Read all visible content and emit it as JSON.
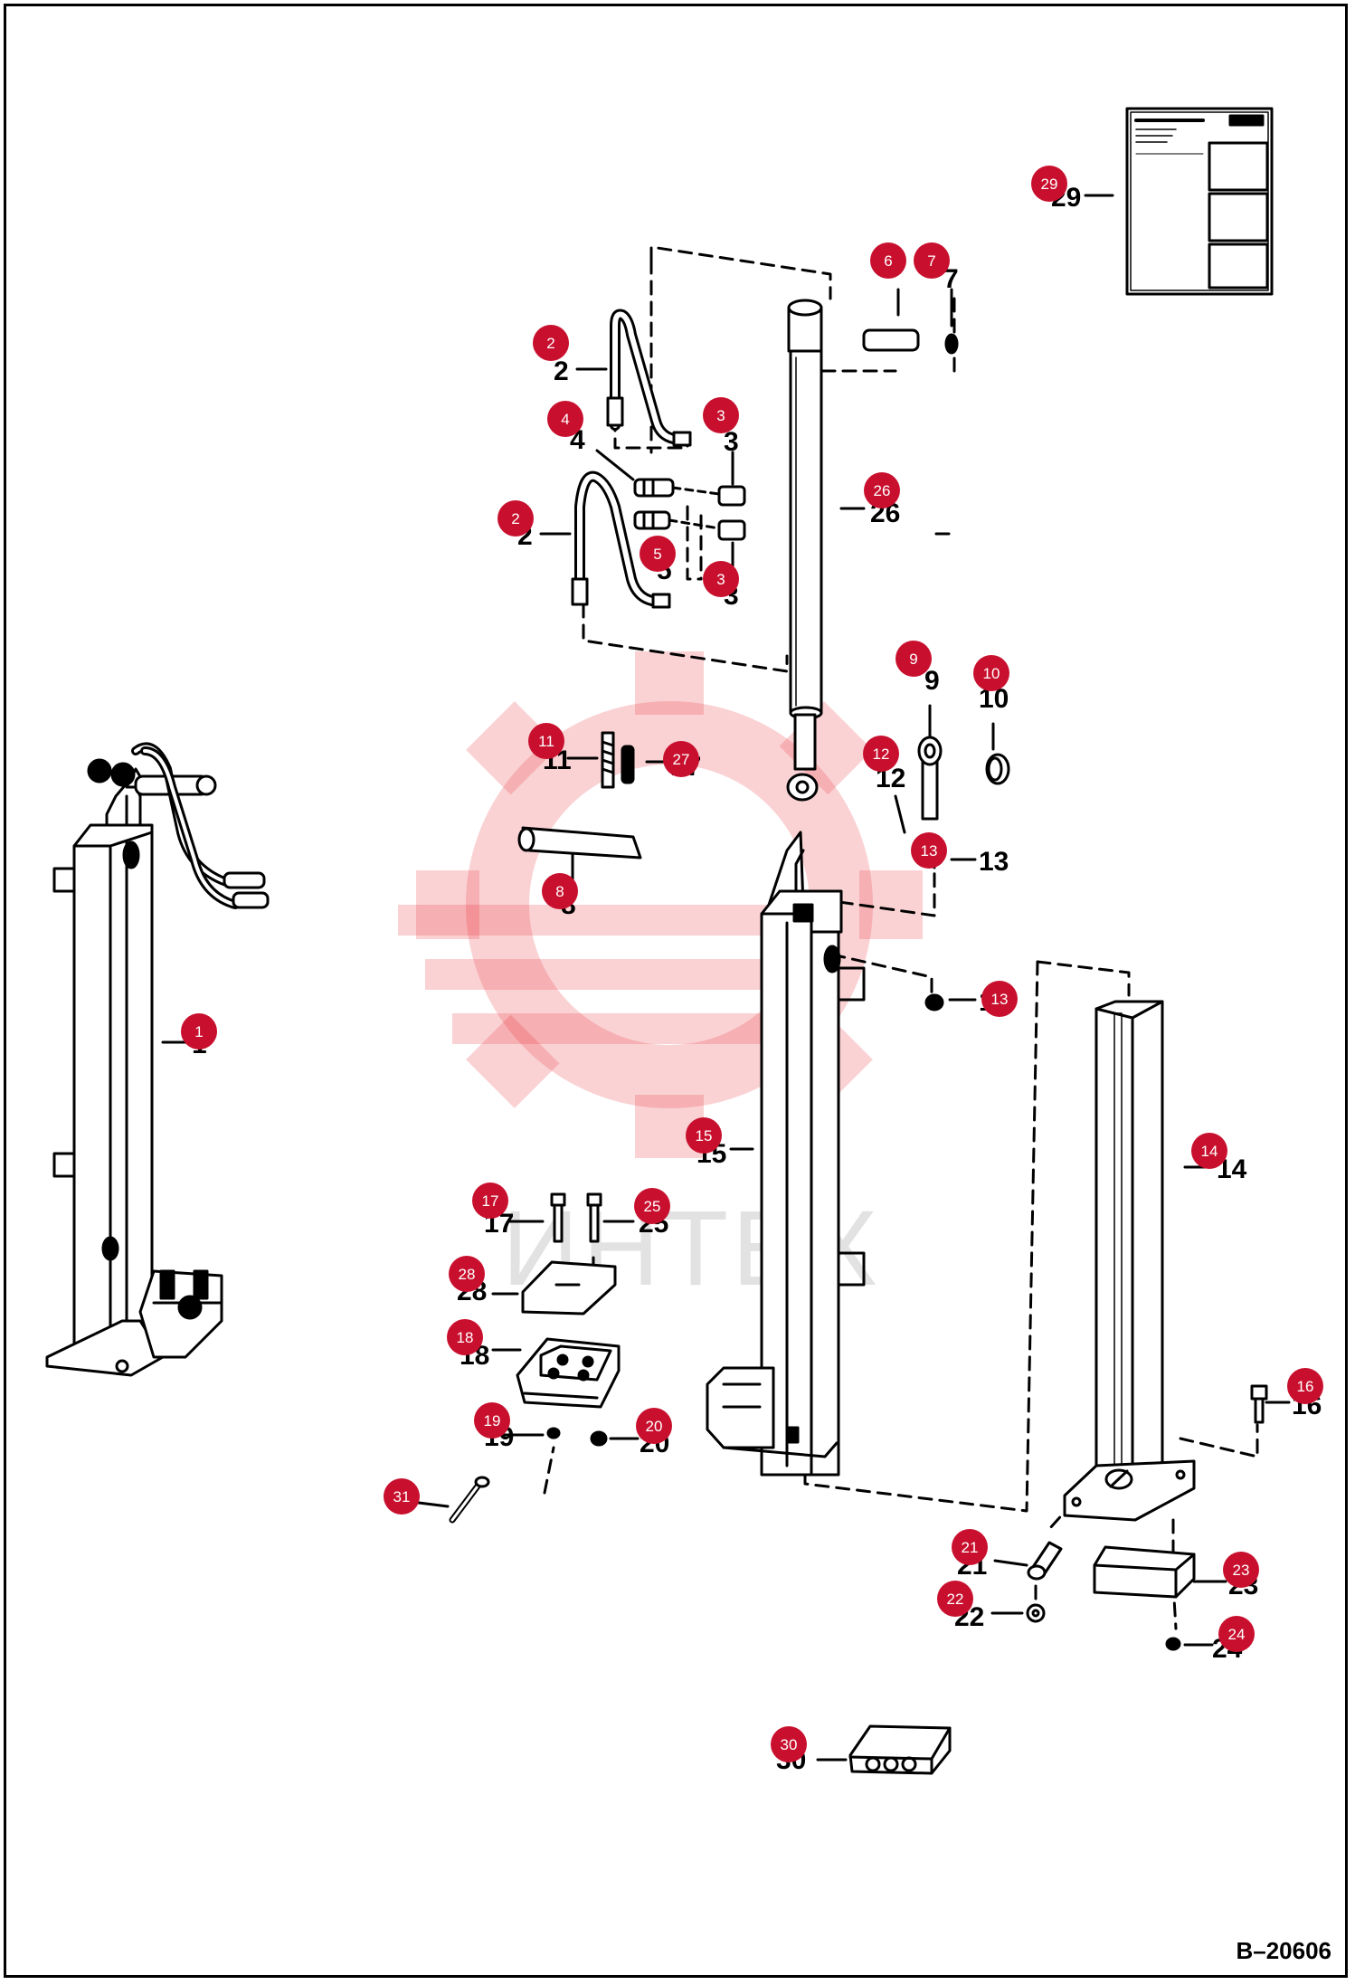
{
  "drawing_code": "B–20606",
  "watermark": {
    "text": "ИНТЕХ",
    "color": "#e8333b"
  },
  "colors": {
    "marker": "#c8102e",
    "line": "#000000",
    "background": "#ffffff"
  },
  "callouts": [
    {
      "id": 1,
      "label": "1"
    },
    {
      "id": 2,
      "label": "2"
    },
    {
      "id": 3,
      "label": "3"
    },
    {
      "id": 4,
      "label": "4"
    },
    {
      "id": 5,
      "label": "5"
    },
    {
      "id": 6,
      "label": "6"
    },
    {
      "id": 7,
      "label": "7"
    },
    {
      "id": 8,
      "label": "8"
    },
    {
      "id": 9,
      "label": "9"
    },
    {
      "id": 10,
      "label": "10"
    },
    {
      "id": 11,
      "label": "11"
    },
    {
      "id": 12,
      "label": "12"
    },
    {
      "id": 13,
      "label": "13"
    },
    {
      "id": 14,
      "label": "14"
    },
    {
      "id": 15,
      "label": "15"
    },
    {
      "id": 16,
      "label": "16"
    },
    {
      "id": 17,
      "label": "17"
    },
    {
      "id": 18,
      "label": "18"
    },
    {
      "id": 19,
      "label": "19"
    },
    {
      "id": 20,
      "label": "20"
    },
    {
      "id": 21,
      "label": "21"
    },
    {
      "id": 22,
      "label": "22"
    },
    {
      "id": 23,
      "label": "23"
    },
    {
      "id": 24,
      "label": "24"
    },
    {
      "id": 25,
      "label": "25"
    },
    {
      "id": 26,
      "label": "26"
    },
    {
      "id": 27,
      "label": "27"
    },
    {
      "id": 28,
      "label": "28"
    },
    {
      "id": 29,
      "label": "29"
    },
    {
      "id": 30,
      "label": "30"
    },
    {
      "id": 31,
      "label": "31"
    }
  ]
}
